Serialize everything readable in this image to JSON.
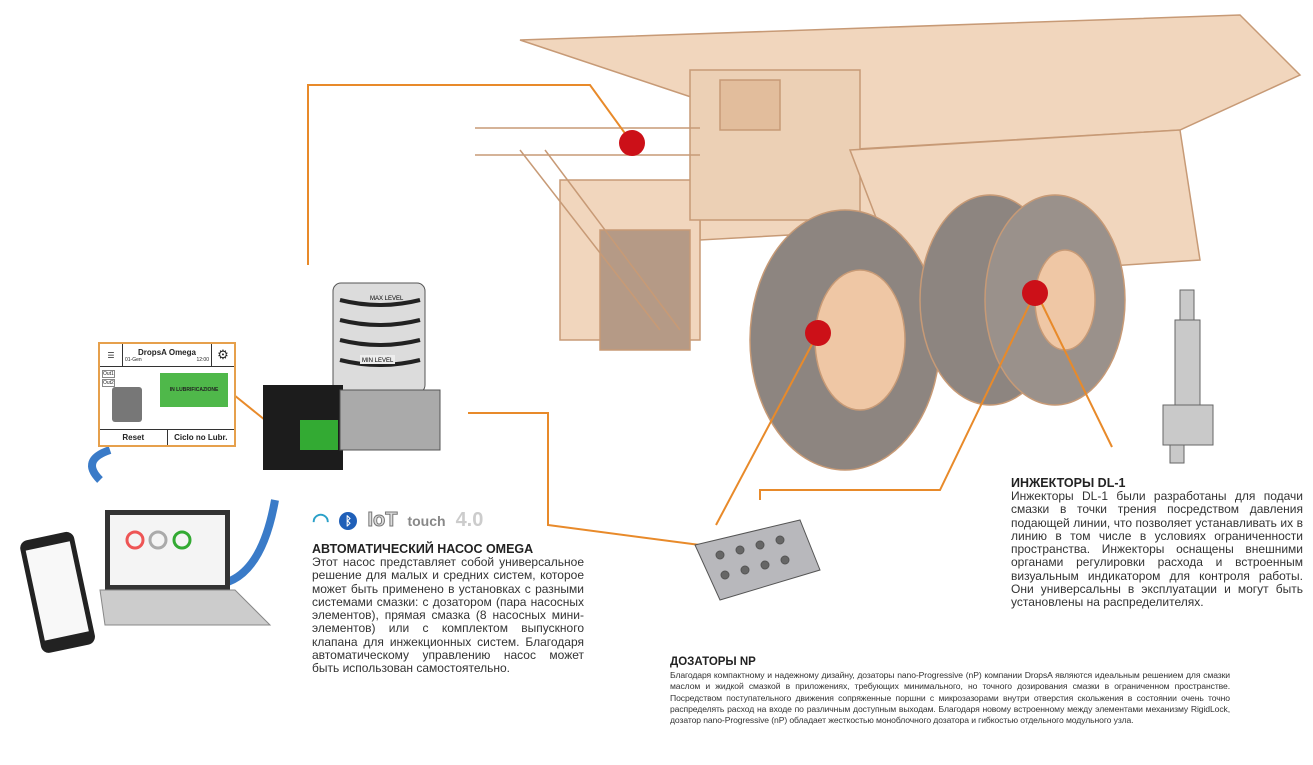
{
  "colors": {
    "accent": "#e88a2a",
    "marker": "#cc1018",
    "truck": "#e9c4a4"
  },
  "omega": {
    "title": "АВТОМАТИЧЕСКИЙ НАСОС OMEGA",
    "text": "Этот насос представляет собой универсальное решение для малых и средних систем, которое может быть применено в установках с разными системами смазки: с дозатором (пара насосных элементов), прямая смазка (8 насосных мини-элементов) или с комплектом выпускного клапана для инжекционных систем. Благодаря автоматическому управлению насос может быть использован самостоятельно."
  },
  "badges": {
    "iot": "IoT",
    "touch": "touch",
    "version": "4.0"
  },
  "np": {
    "title": "ДОЗАТОРЫ NP",
    "text": "Благодаря компактному и надежному дизайну, дозаторы nano-Progressive (nP) компании DropsA являются идеальным решением для смазки маслом и жидкой смазкой в приложениях, требующих минимального, но точного дозирования смазки в ограниченном пространстве. Посредством поступательного движения сопряженные поршни с микрозазорами внутри отверстия скольжения в состоянии очень точно распределять расход на входе по различным доступным выходам. Благодаря новому встроенному между элементами механизму RigidLock, дозатор nano-Progressive (nP) обладает жесткостью моноблочного дозатора и гибкостью отдельного модульного узла."
  },
  "dl1": {
    "title": "ИНЖЕКТОРЫ DL-1",
    "text": "Инжекторы DL-1 были разработаны для подачи смазки в точки трения посредством давления подающей линии, что позволяет устанавливать их в линию в том числе в условиях ограниченности пространства. Инжекторы оснащены внешними органами регулировки расхода и встроенным визуальным индикатором для контроля работы. Они универсальны в эксплуатации и могут быть установлены на распределителях."
  },
  "screen": {
    "title": "DropsA Omega",
    "date": "01-Gen",
    "time": "12:00",
    "out1": "Out1",
    "out2": "Out2",
    "status": "IN LUBRIFICAZIONE",
    "reset": "Reset",
    "cycle": "Ciclo no Lubr."
  },
  "pump": {
    "max": "MAX LEVEL",
    "min": "MIN LEVEL"
  }
}
